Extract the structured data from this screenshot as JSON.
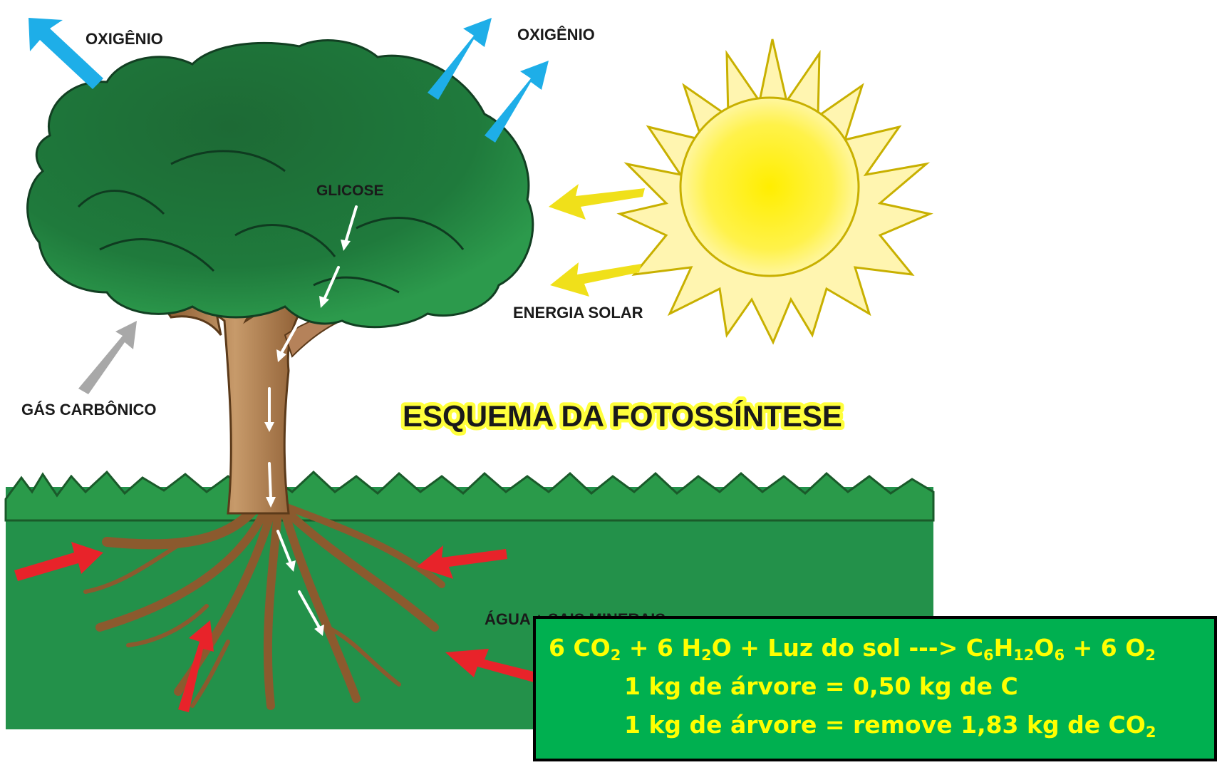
{
  "labels": {
    "oxygen_left": "OXIGÊNIO",
    "oxygen_right": "OXIGÊNIO",
    "glucose": "GLICOSE",
    "solar_energy": "ENERGIA SOLAR",
    "carbon_gas": "GÁS CARBÔNICO",
    "water_minerals": "ÁGUA + SAIS MINERAIS"
  },
  "title": "ESQUEMA DA FOTOSSÍNTESE",
  "formula": {
    "coef_co2": "6 CO",
    "sub_2a": "2",
    "plus_h2o": " + 6 H",
    "sub_2b": "2",
    "rest1": "O + Luz do sol ---> C",
    "sub_6a": "6",
    "h": "H",
    "sub_12": "12",
    "o": "O",
    "sub_6b": "6",
    "plus_o2": " + 6 O",
    "sub_2c": "2",
    "line2": "1 kg de árvore = 0,50 kg de C",
    "line3_text": "1 kg de árvore = remove 1,83 kg de CO",
    "line3_sub": "2"
  },
  "colors": {
    "oxygen_arrow": "#1eaee8",
    "sun_arrow": "#f0e01a",
    "co2_arrow": "#a8a8a8",
    "water_arrow": "#e8232a",
    "glucose_arrow": "#ffffff",
    "foliage": "#1f6f3a",
    "ground": "#239146",
    "trunk": "#a9774a",
    "sun": "#fff25a",
    "title_highlight": "#ffff3c",
    "formula_bg": "#00b050",
    "formula_text": "#ffff00"
  },
  "icons": {
    "sun": "sun-icon",
    "tree": "tree-icon"
  }
}
